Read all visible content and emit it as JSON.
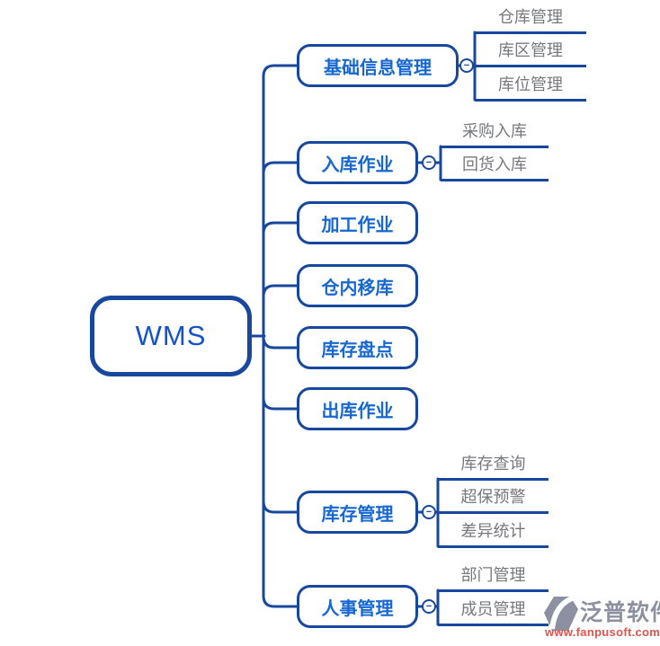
{
  "root": {
    "label": "WMS"
  },
  "branches": [
    {
      "label": "基础信息管理",
      "collapse_glyph": "−",
      "children": [
        "仓库管理",
        "库区管理",
        "库位管理"
      ]
    },
    {
      "label": "入库作业",
      "collapse_glyph": "−",
      "children": [
        "采购入库",
        "回货入库"
      ]
    },
    {
      "label": "加工作业",
      "children": []
    },
    {
      "label": "仓内移库",
      "children": []
    },
    {
      "label": "库存盘点",
      "children": []
    },
    {
      "label": "出库作业",
      "children": []
    },
    {
      "label": "库存管理",
      "collapse_glyph": "−",
      "children": [
        "库存查询",
        "超保预警",
        "差异统计"
      ]
    },
    {
      "label": "人事管理",
      "collapse_glyph": "−",
      "children": [
        "部门管理",
        "成员管理"
      ]
    }
  ],
  "watermark": {
    "brand": "泛普软件",
    "url": "www.fanpusoft.com"
  },
  "colors": {
    "line_navy": "#17489E",
    "branch_text_blue": "#1767D2",
    "root_text_blue": "#1254C8",
    "leaf_text_gray": "#77787E",
    "brand_gray": "#8D90A0",
    "url_red": "#E1544B",
    "background": "#FFFFFF"
  }
}
